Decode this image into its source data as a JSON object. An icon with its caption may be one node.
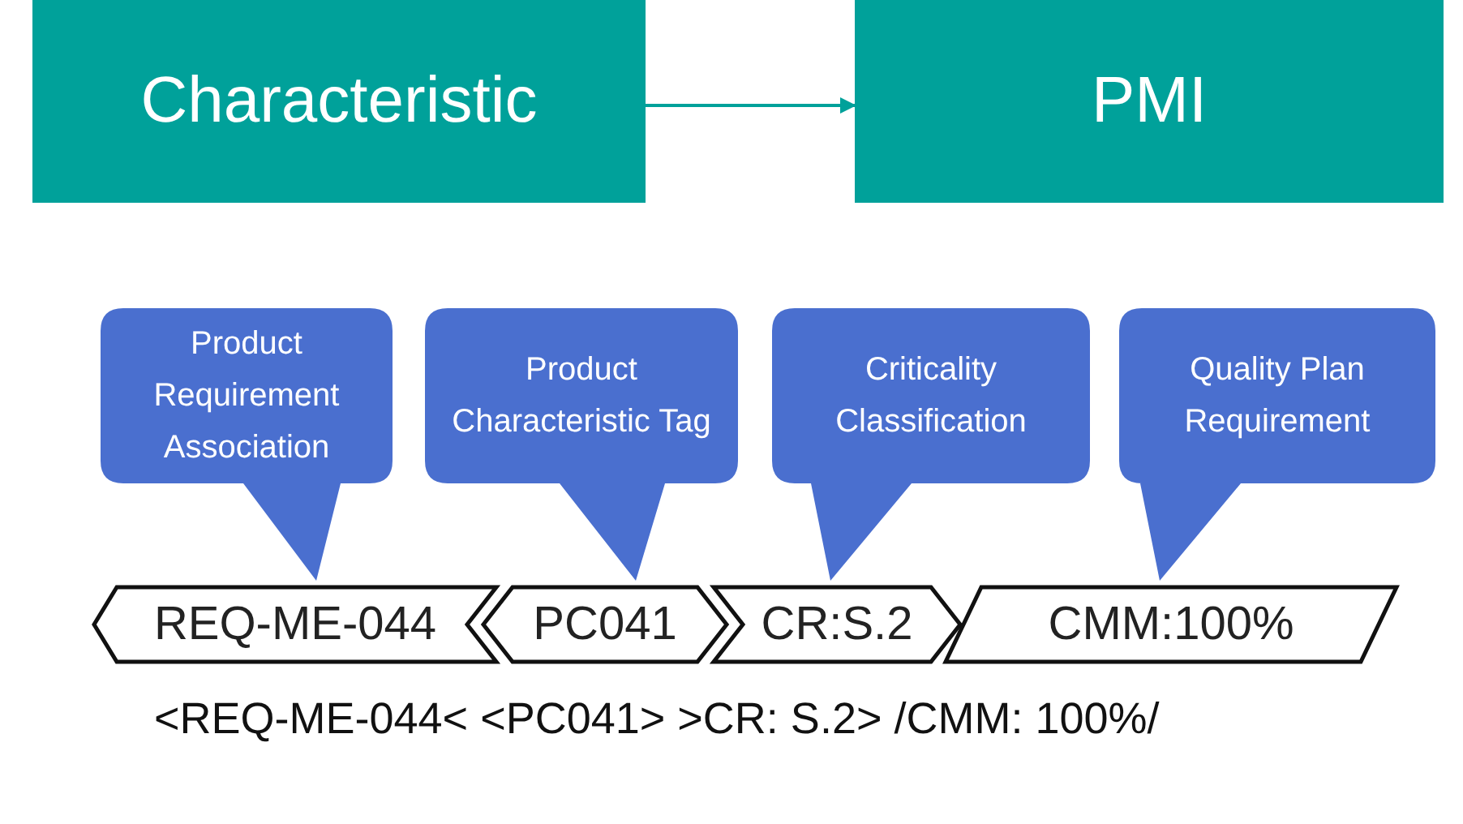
{
  "diagram": {
    "nodes": [
      {
        "text": [
          "Characteristic"
        ]
      },
      {
        "text": [
          "PMI"
        ]
      },
      {
        "text": [
          "Product Requirement Association"
        ]
      },
      {
        "text": [
          "Product Characteristic Tag"
        ]
      },
      {
        "text": [
          "Criticality Classification"
        ]
      },
      {
        "text": [
          "Quality Plan Requirement"
        ]
      },
      {
        "text": [
          "REQ-ME-044"
        ]
      },
      {
        "text": [
          "PC041"
        ]
      },
      {
        "text": [
          "CR:S.2"
        ]
      },
      {
        "text": [
          "CMM:100%"
        ]
      }
    ],
    "edges": [
      {
        "from": 0,
        "to": 1,
        "arrow": "to"
      }
    ],
    "labels": [
      "<REQ-ME-044< <PC041> >CR: S.2> /CMM: 100%/"
    ]
  }
}
